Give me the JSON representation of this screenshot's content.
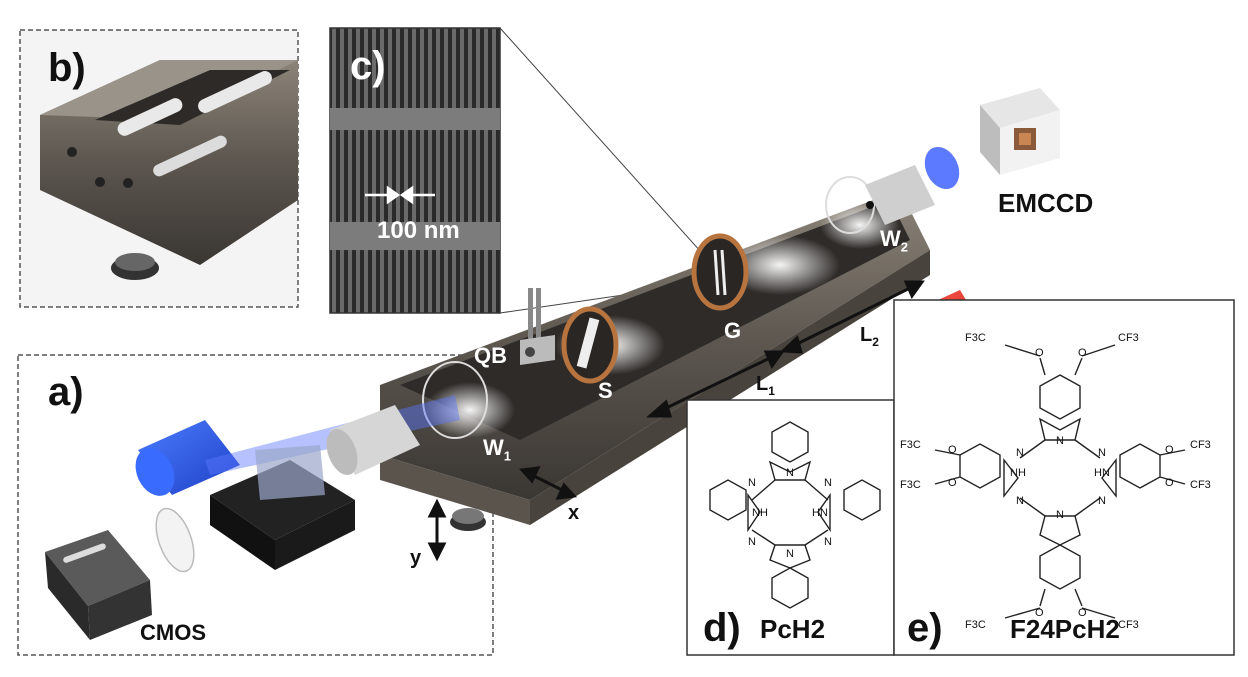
{
  "panels": {
    "a": "a)",
    "b": "b)",
    "c": "c)",
    "d": "d)",
    "e": "e)"
  },
  "labels": {
    "cmos": "CMOS",
    "emccd": "EMCCD",
    "scale_bar": "100 nm",
    "qb": "QB",
    "s": "S",
    "g": "G",
    "w1": "W",
    "w1_sub": "1",
    "w2": "W",
    "w2_sub": "2",
    "l1": "L",
    "l1_sub": "1",
    "l2": "L",
    "l2_sub": "2",
    "x_axis": "x",
    "y_axis": "y"
  },
  "molecules": {
    "pch2": {
      "name": "PcH2",
      "nh_left": "NH",
      "nh_right": "HN",
      "n": "N"
    },
    "f24pch2": {
      "name": "F24PcH2",
      "cf3_group": "F3C",
      "cf3_right": "CF3",
      "o": "O",
      "nh_left": "NH",
      "nh_right": "HN",
      "n": "N"
    }
  },
  "colors": {
    "laser_blue": "#2a5df5",
    "laser_red": "#e8302a",
    "metal_dark": "#4a4540",
    "metal_mid": "#7a7268",
    "panel_border": "#333333",
    "dashed_border": "#555555"
  }
}
